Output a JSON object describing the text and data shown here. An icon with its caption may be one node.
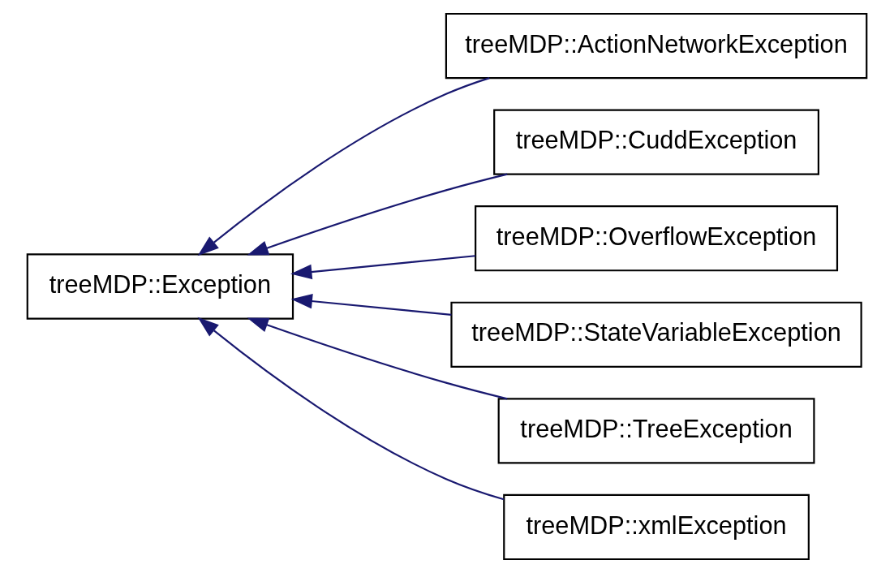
{
  "diagram": {
    "nodes": [
      {
        "text": [
          "treeMDP::Exception"
        ]
      },
      {
        "text": [
          "treeMDP::ActionNetworkException"
        ]
      },
      {
        "text": [
          "treeMDP::CuddException"
        ]
      },
      {
        "text": [
          "treeMDP::OverflowException"
        ]
      },
      {
        "text": [
          "treeMDP::StateVariableException"
        ]
      },
      {
        "text": [
          "treeMDP::TreeException"
        ]
      },
      {
        "text": [
          "treeMDP::xmlException"
        ]
      }
    ],
    "edges": [
      {
        "from": 1,
        "to": 0,
        "arrow": "to"
      },
      {
        "from": 2,
        "to": 0,
        "arrow": "to"
      },
      {
        "from": 3,
        "to": 0,
        "arrow": "to"
      },
      {
        "from": 4,
        "to": 0,
        "arrow": "to"
      },
      {
        "from": 5,
        "to": 0,
        "arrow": "to"
      },
      {
        "from": 6,
        "to": 0,
        "arrow": "to"
      }
    ]
  }
}
